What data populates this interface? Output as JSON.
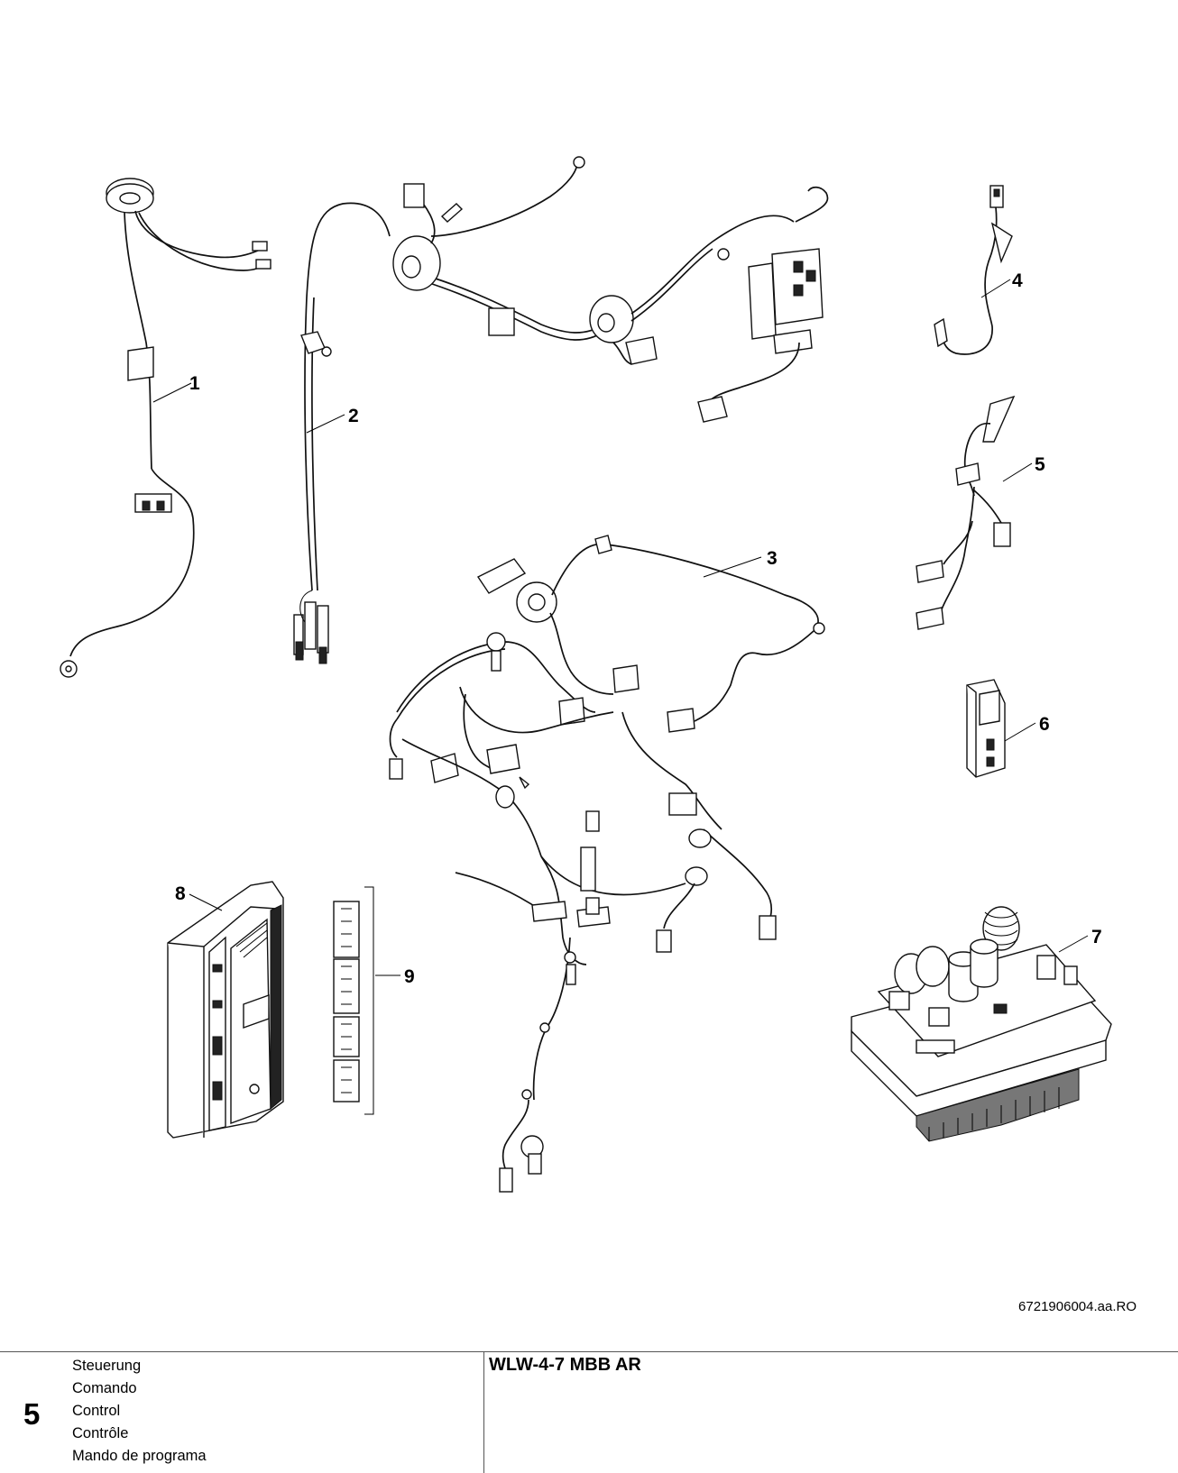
{
  "callouts": [
    {
      "id": "1",
      "label": "1"
    },
    {
      "id": "2",
      "label": "2"
    },
    {
      "id": "3",
      "label": "3"
    },
    {
      "id": "4",
      "label": "4"
    },
    {
      "id": "5",
      "label": "5"
    },
    {
      "id": "6",
      "label": "6"
    },
    {
      "id": "7",
      "label": "7"
    },
    {
      "id": "8",
      "label": "8"
    },
    {
      "id": "9",
      "label": "9"
    }
  ],
  "drawing_id": "6721906004.aa.RO",
  "footer": {
    "section_number": "5",
    "section_titles": [
      "Steuerung",
      "Comando",
      "Control",
      "Contrôle",
      "Mando de programa"
    ],
    "model_title": "WLW-4-7 MBB AR"
  }
}
